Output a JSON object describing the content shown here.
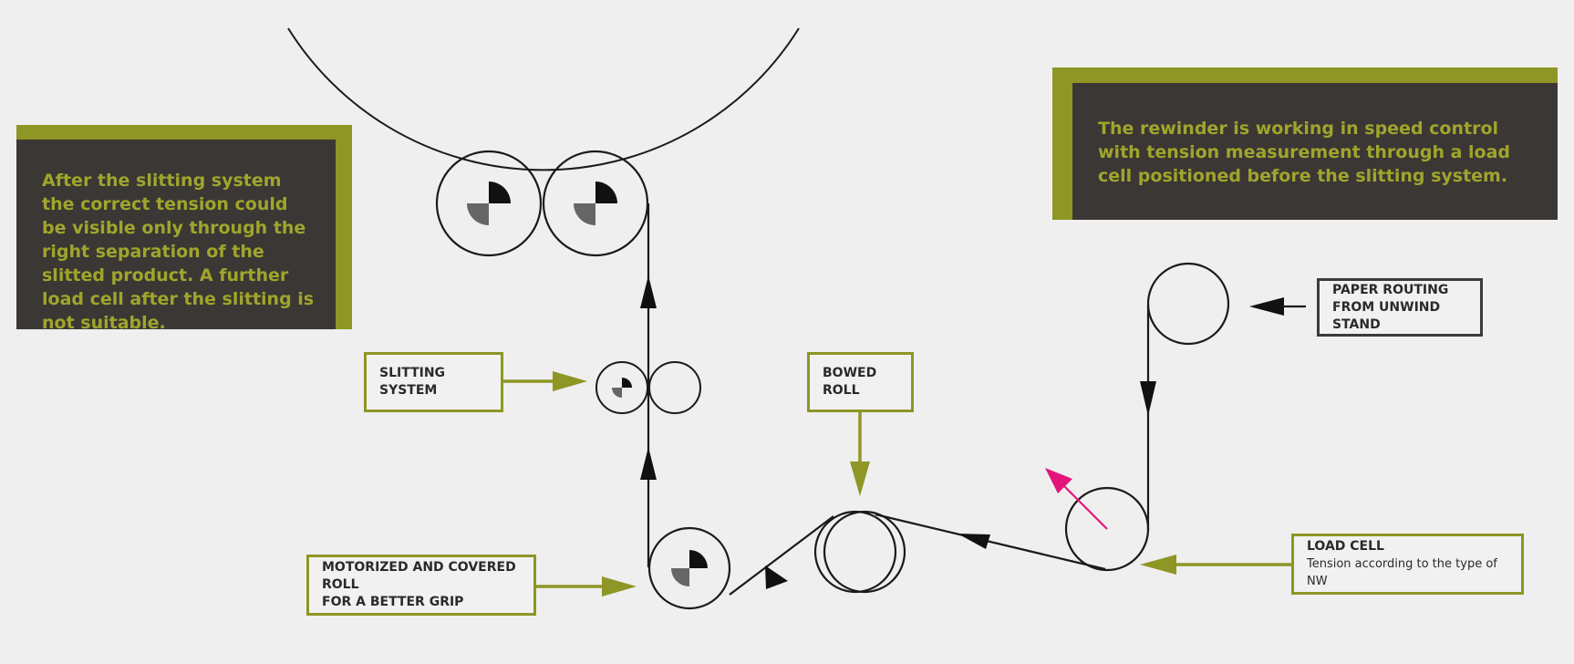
{
  "info_boxes": {
    "left": "After the slitting system the correct tension could be visible only through the right separation of the slitted product. A further load cell after the slitting is not suitable.",
    "right": "The rewinder is working in speed control with tension measurement through a load cell positioned before the slitting system."
  },
  "labels": {
    "slitting_system": "SLITTING SYSTEM",
    "bowed_roll": "BOWED ROLL",
    "motorized_roll_line1": "MOTORIZED AND COVERED ROLL",
    "motorized_roll_line2": "FOR A BETTER GRIP",
    "paper_routing_line1": "PAPER ROUTING",
    "paper_routing_line2": "FROM UNWIND STAND",
    "load_cell_title": "LOAD CELL",
    "load_cell_sub": "Tension according to the type of NW"
  },
  "colors": {
    "olive": "#8e9625",
    "olive_text": "#9fa52c",
    "dark_box": "#3b3734",
    "line": "#1a1a1a",
    "magenta": "#e3157b",
    "background": "#efefef"
  }
}
